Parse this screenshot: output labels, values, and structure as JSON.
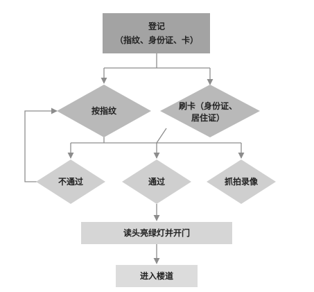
{
  "nodes": {
    "register_line1": "登记",
    "register_line2": "（指纹、身份证、卡）",
    "fingerprint": "按指纹",
    "card_line1": "刷卡（身份证、",
    "card_line2": "居住证）",
    "fail": "不通过",
    "pass": "通过",
    "capture": "抓拍录像",
    "green_light": "读头亮绿灯并开门",
    "enter": "进入楼道"
  },
  "colors": {
    "register_fill": "#a3a3a3",
    "decision_fill": "#b9b9b9",
    "outcome_fill": "#cfcfcf",
    "process_fill": "#d6d6d6",
    "enter_fill": "#dcdcdc",
    "edge": "#8c8c8c"
  }
}
